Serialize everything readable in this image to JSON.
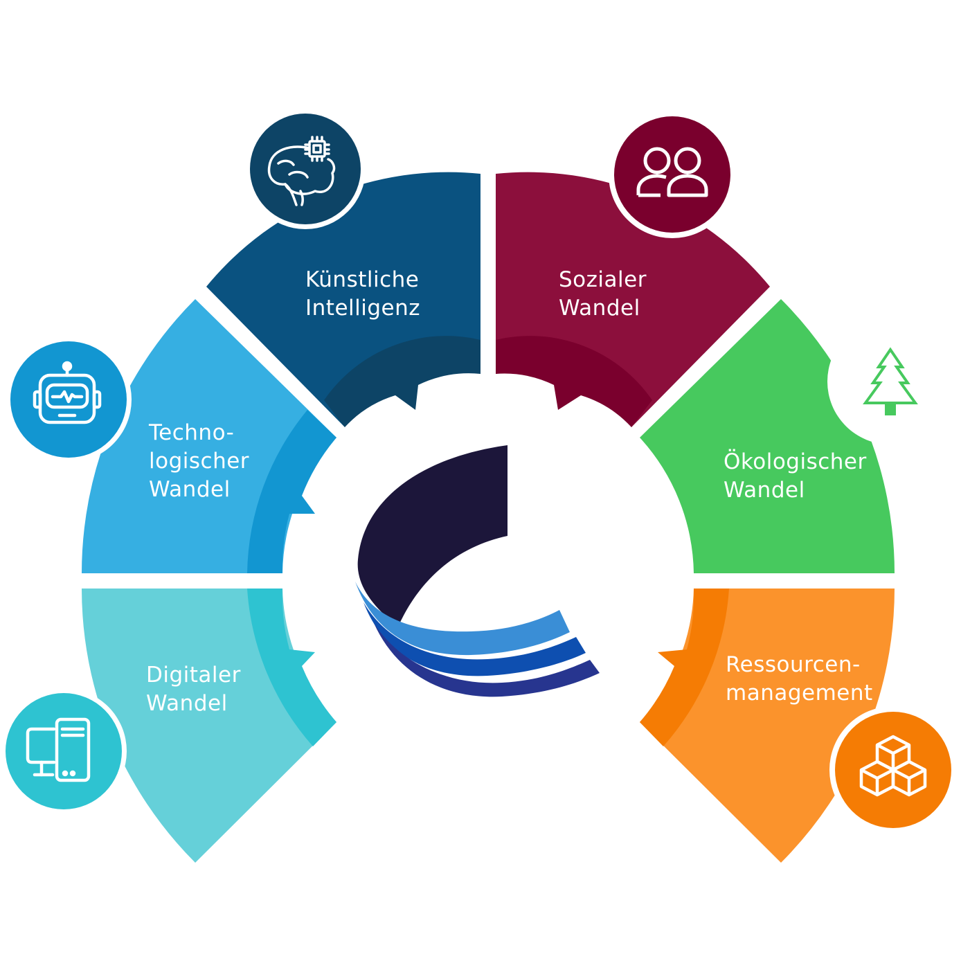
{
  "segments": [
    {
      "id": "ki",
      "label_lines": [
        "Künstliche",
        "Intelligenz"
      ],
      "color": "#0A5280",
      "inner_color": "#0D4466",
      "icon": "brain-chip-icon",
      "icon_bg": "#0D4466"
    },
    {
      "id": "sozial",
      "label_lines": [
        "Sozialer",
        "Wandel"
      ],
      "color": "#8C0F3C",
      "inner_color": "#7A002D",
      "icon": "people-icon",
      "icon_bg": "#7A002D"
    },
    {
      "id": "tech",
      "label_lines": [
        "Techno-",
        "logischer",
        "Wandel"
      ],
      "color": "#36AFE2",
      "inner_color": "#1296D1",
      "icon": "robot-icon",
      "icon_bg": "#1296D1"
    },
    {
      "id": "oeko",
      "label_lines": [
        "Ökologischer",
        "Wandel"
      ],
      "color": "#47C95E",
      "inner_color": "#47C95E",
      "icon": "tree-icon",
      "icon_bg": "#ffffff"
    },
    {
      "id": "digital",
      "label_lines": [
        "Digitaler",
        "Wandel"
      ],
      "color": "#65D0D9",
      "inner_color": "#2EC3D1",
      "icon": "devices-icon",
      "icon_bg": "#2EC3D1"
    },
    {
      "id": "ressourcen",
      "label_lines": [
        "Ressourcen-",
        "management"
      ],
      "color": "#FB932C",
      "inner_color": "#F57C04",
      "icon": "cubes-icon",
      "icon_bg": "#F57C04"
    }
  ],
  "logo": {
    "icon": "logo-mark-icon",
    "colors": [
      "#1C163A",
      "#3A8ED6",
      "#0E4FB0",
      "#27358F"
    ]
  }
}
